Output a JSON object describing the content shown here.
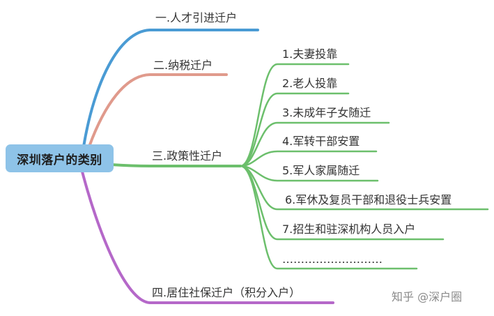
{
  "root": {
    "label": "深圳落户的类别"
  },
  "branches": [
    {
      "label": "一.人才引进迁户",
      "color": "#4a9bd4"
    },
    {
      "label": "二.纳税迁户",
      "color": "#e09a8c"
    },
    {
      "label": "三.政策性迁户",
      "color": "#6cbf6c"
    },
    {
      "label": "四.居住社保迁户（积分入户）",
      "color": "#b568c9"
    }
  ],
  "policy_sub_items": [
    "1.夫妻投靠",
    "2.老人投靠",
    "3.未成年子女随迁",
    "4.军转干部安置",
    "5.军人家属随迁",
    "6.军休及复员干部和退役士兵安置",
    "7.招生和驻深机构人员入户",
    "………………………"
  ],
  "watermark": "知乎 @深户圈"
}
